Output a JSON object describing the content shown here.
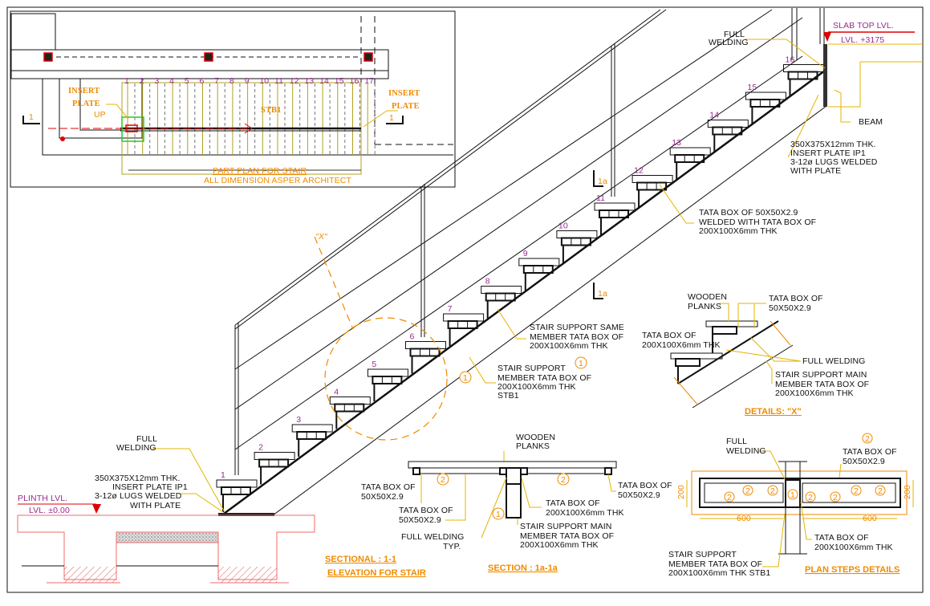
{
  "plan": {
    "title": "PART PLAN FOR STAIR",
    "subtitle": "ALL DIMENSION ASPER ARCHITECT",
    "insert_plate_left": [
      "INSERT",
      "PLATE"
    ],
    "insert_plate_right": [
      "INSERT",
      "PLATE"
    ],
    "up": "UP",
    "stb": "STB1",
    "section_mark": "1",
    "step_numbers": [
      "1",
      "2",
      "3",
      "4",
      "5",
      "6",
      "7",
      "8",
      "9",
      "10",
      "11",
      "12",
      "13",
      "14",
      "15",
      "16",
      "17"
    ]
  },
  "elevation": {
    "step_numbers": [
      "1",
      "2",
      "3",
      "4",
      "5",
      "6",
      "7",
      "8",
      "9",
      "10",
      "11",
      "12",
      "13",
      "14",
      "15",
      "16"
    ],
    "full_welding_top": [
      "FULL",
      "WELDING"
    ],
    "slab_top": [
      "SLAB TOP LVL.",
      "LVL. +3175"
    ],
    "beam": "BEAM",
    "insert_plate_top": [
      "350X375X12mm THK.",
      "INSERT PLATE IP1",
      "3-12ø LUGS WELDED",
      "WITH PLATE"
    ],
    "tata_welded": [
      "TATA BOX OF 50X50X2.9",
      "WELDED WITH TATA BOX OF",
      "200X100X6mm THK"
    ],
    "section_marker": "1a",
    "detail_marker": "\"X\"",
    "support_same": [
      "STAIR SUPPORT SAME",
      "MEMBER TATA BOX OF",
      "200X100X6mm THK"
    ],
    "support_member": [
      "STAIR SUPPORT",
      "MEMBER TATA BOX OF",
      "200X100X6mm THK",
      "STB1"
    ],
    "tag_1": "1",
    "full_welding_bottom": [
      "FULL",
      "WELDING"
    ],
    "insert_plate_bottom": [
      "350X375X12mm THK.",
      "INSERT PLATE IP1",
      "3-12ø LUGS WELDED",
      "WITH PLATE"
    ],
    "plinth": [
      "PLINTH LVL.",
      "LVL. ±0.00"
    ],
    "title": [
      "SECTIONAL : 1-1",
      "ELEVATION FOR STAIR"
    ]
  },
  "detail_x": {
    "wooden_planks": [
      "WOODEN",
      "PLANKS"
    ],
    "tata_small": [
      "TATA BOX OF",
      "50X50X2.9"
    ],
    "tata_big": [
      "TATA BOX OF",
      "200X100X6mm THK"
    ],
    "full_welding": "FULL WELDING",
    "support_main": [
      "STAIR SUPPORT MAIN",
      "MEMBER TATA BOX OF",
      "200X100X6mm THK"
    ],
    "title": "DETAILS: \"X\""
  },
  "section_1a": {
    "wooden_planks": [
      "WOODEN",
      "PLANKS"
    ],
    "tata_left": [
      "TATA BOX OF",
      "50X50X2.9"
    ],
    "tata_left2": [
      "TATA BOX OF",
      "50X50X2.9"
    ],
    "full_welding": [
      "FULL WELDING",
      "TYP."
    ],
    "tata_mid": [
      "TATA BOX OF",
      "200X100X6mm THK"
    ],
    "support_main": [
      "STAIR SUPPORT MAIN",
      "MEMBER TATA BOX OF",
      "200X100X6mm THK"
    ],
    "tata_right": [
      "TATA BOX OF",
      "50X50X2.9"
    ],
    "tag_1": "1",
    "tag_2": "2",
    "title": "SECTION : 1a-1a"
  },
  "plan_steps": {
    "full_welding": [
      "FULL",
      "WELDING"
    ],
    "tata_small": [
      "TATA BOX OF",
      "50X50X2.9"
    ],
    "dim_width": "600",
    "dim_depth": "200",
    "tata_big": [
      "TATA BOX OF",
      "200X100X6mm THK"
    ],
    "support": [
      "STAIR SUPPORT",
      "MEMBER TATA BOX OF",
      "200X100X6mm THK STB1"
    ],
    "tag_1": "1",
    "tag_2": "2",
    "title": "PLAN STEPS DETAILS"
  },
  "colors": {
    "annotation": "#f08a00",
    "step_number": "#9a2a8e",
    "leader": "#e6b400",
    "level_marker": "#e00000",
    "foundation": "#f06a6a"
  }
}
